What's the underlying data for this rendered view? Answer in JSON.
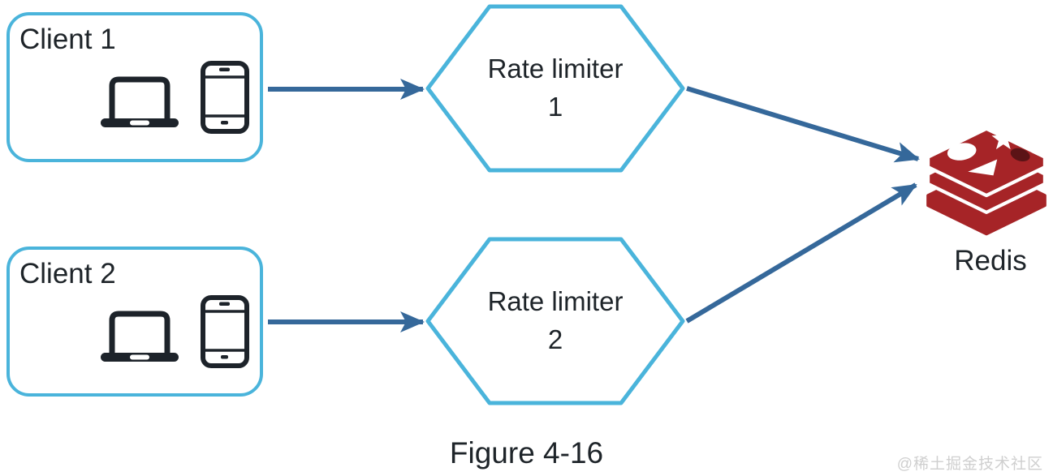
{
  "diagram": {
    "clients": [
      {
        "label": "Client 1"
      },
      {
        "label": "Client 2"
      }
    ],
    "rate_limiters": [
      {
        "name": "Rate limiter",
        "number": "1"
      },
      {
        "name": "Rate limiter",
        "number": "2"
      }
    ],
    "redis": {
      "label": "Redis"
    },
    "caption": "Figure 4-16",
    "watermark": "@稀土掘金技术社区",
    "connections": [
      {
        "from": "client-1",
        "to": "rate-limiter-1"
      },
      {
        "from": "client-2",
        "to": "rate-limiter-2"
      },
      {
        "from": "rate-limiter-1",
        "to": "redis"
      },
      {
        "from": "rate-limiter-2",
        "to": "redis"
      }
    ],
    "icons": {
      "client_devices": [
        "laptop-icon",
        "smartphone-icon"
      ],
      "datastore": "redis-database-icon"
    }
  },
  "colors": {
    "node_border": "#4ab4db",
    "arrow": "#35689a",
    "redis_red": "#a62427",
    "redis_shadow": "#4a1012",
    "icon_dark": "#1d232a",
    "text": "#1e2429",
    "watermark": "#cfcfcf",
    "background": "#ffffff"
  }
}
